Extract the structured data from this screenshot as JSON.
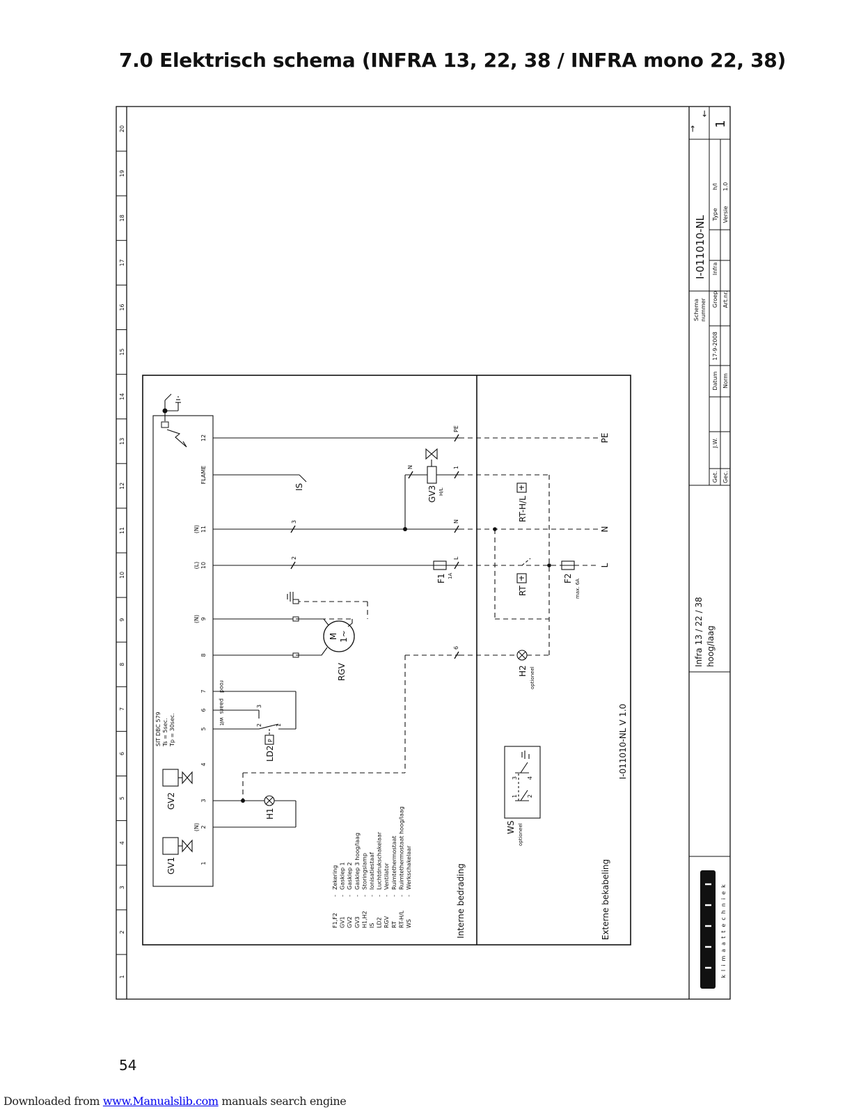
{
  "page": {
    "title": "7.0  Elektrisch schema (INFRA 13, 22, 38 / INFRA mono 22, 38)",
    "page_number": "54",
    "footer": {
      "prefix": "Downloaded from ",
      "link_text": "www.Manualslib.com",
      "suffix": " manuals search engine"
    }
  },
  "frame": {
    "column_numbers": [
      "1",
      "2",
      "3",
      "4",
      "5",
      "6",
      "7",
      "8",
      "9",
      "10",
      "11",
      "12",
      "13",
      "14",
      "15",
      "16",
      "17",
      "18",
      "19",
      "20"
    ]
  },
  "title_block": {
    "schema_number": "I-011010-NL",
    "sheet": "1",
    "labels": {
      "schema": "Schema",
      "nummer": "nummer",
      "groep": "Groep",
      "groep_value": "Infra",
      "type": "Type",
      "type_value": "h/l",
      "art_nr": "Art.nr.",
      "versie": "Versie",
      "versie_value": "1.0",
      "datum": "Datum",
      "datum_value": "17-9-2008",
      "norm": "Norm",
      "get": "Get.",
      "get_value": "J.W.",
      "gec": "Gec."
    },
    "description_line1": "Infra 13 / 22 / 38",
    "description_line2": "hoog/laag",
    "brand": "klimaattechniek"
  },
  "diagram": {
    "version_label": "I-011010-NL V 1.0",
    "internal_label": "Interne bedrading",
    "external_label": "Externe bekabeling",
    "controller": {
      "name": "SIT DBC 579",
      "ts": "Ts = 5sec.",
      "tp": "Tp = 30sec."
    },
    "terminals": [
      {
        "num": "1",
        "sub": ""
      },
      {
        "num": "2",
        "sub": "(N)"
      },
      {
        "num": "3",
        "sub": ""
      },
      {
        "num": "4",
        "sub": ""
      },
      {
        "num": "5",
        "sub": ""
      },
      {
        "num": "6",
        "sub": ""
      },
      {
        "num": "7",
        "sub": ""
      },
      {
        "num": "8",
        "sub": ""
      },
      {
        "num": "9",
        "sub": "(N)"
      },
      {
        "num": "10",
        "sub": "(L)"
      },
      {
        "num": "11",
        "sub": "(N)"
      },
      {
        "num": "FLAME",
        "sub": ""
      },
      {
        "num": "12",
        "sub": ""
      }
    ],
    "wires": {
      "wit": "wit",
      "paars": "paars",
      "rood": "rood"
    },
    "components": {
      "gv1": "GV1",
      "gv2": "GV2",
      "h1": "H1",
      "ld2": "LD2",
      "p": "P",
      "rgv": "RGV",
      "motor_m": "M",
      "motor_phase": "1~",
      "is": "IS",
      "gv3": "GV3",
      "gv3_sub": "H/L",
      "f1": "F1",
      "f1_sub": "1A",
      "f2": "F2",
      "f2_sub": "max. 6A",
      "rt": "RT",
      "rthl": "RT-H/L",
      "h2": "H2",
      "h2_sub": "optioneel",
      "ws": "WS",
      "ws_sub": "optioneel"
    },
    "marks": {
      "n": "N",
      "l": "L",
      "pe": "PE",
      "one": "1",
      "two": "2",
      "three": "3",
      "four": "4",
      "six": "6"
    },
    "outputs": [
      "PE",
      "N",
      "L"
    ],
    "ld2_contacts": [
      "1",
      "2",
      "3"
    ],
    "ws_contacts": [
      "1",
      "2",
      "3",
      "4"
    ],
    "legend": [
      {
        "code": "F1,F2",
        "dash": "-",
        "desc": "Zekering"
      },
      {
        "code": "GV1",
        "dash": "-",
        "desc": "Gasklep 1"
      },
      {
        "code": "GV2",
        "dash": "-",
        "desc": "Gasklep 2"
      },
      {
        "code": "GV3",
        "dash": "-",
        "desc": "Gasklep 3 hoog/laag"
      },
      {
        "code": "H1,H2",
        "dash": "-",
        "desc": "Storingslamp"
      },
      {
        "code": "IS",
        "dash": "-",
        "desc": "Ionisatiestaaf"
      },
      {
        "code": "LD2",
        "dash": "-",
        "desc": "Luchtdrukschakelaar"
      },
      {
        "code": "RGV",
        "dash": "-",
        "desc": "Ventilator"
      },
      {
        "code": "RT",
        "dash": "-",
        "desc": "Ruimtethermostaat"
      },
      {
        "code": "RT-H/L",
        "dash": "-",
        "desc": "Ruimtethermostaat hoog/laag"
      },
      {
        "code": "WS",
        "dash": "-",
        "desc": "Werkschakelaar"
      }
    ]
  }
}
